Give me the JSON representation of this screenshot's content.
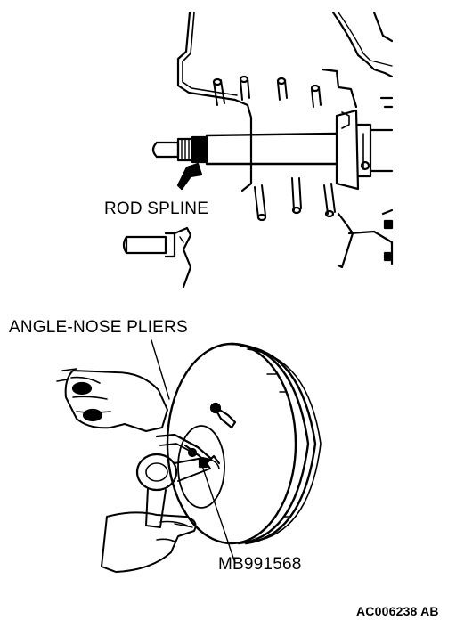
{
  "labels": {
    "rod_spline": "ROD SPLINE",
    "angle_nose_pliers": "ANGLE-NOSE PLIERS",
    "tool_number": "MB991568",
    "figure_code": "AC006238 AB"
  },
  "colors": {
    "ink": "#000000",
    "paper": "#ffffff"
  }
}
